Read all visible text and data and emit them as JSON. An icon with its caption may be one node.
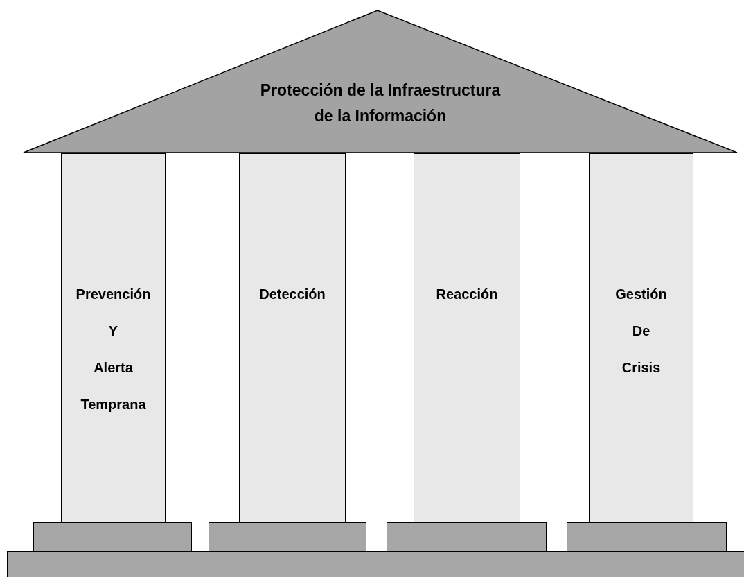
{
  "diagram": {
    "nodes": [
      {
        "text": [
          "Protección de la Infraestructura de la Información"
        ]
      },
      {
        "text": [
          "Prevención Y Alerta Temprana"
        ]
      },
      {
        "text": [
          "Detección"
        ]
      },
      {
        "text": [
          "Reacción"
        ]
      },
      {
        "text": [
          "Gestión De Crisis"
        ]
      },
      {
        "text": [],
        "shape": "box"
      },
      {
        "text": [],
        "shape": "box"
      },
      {
        "text": [],
        "shape": "box"
      },
      {
        "text": [],
        "shape": "box"
      },
      {
        "text": [],
        "shape": "box"
      }
    ],
    "edges": []
  }
}
